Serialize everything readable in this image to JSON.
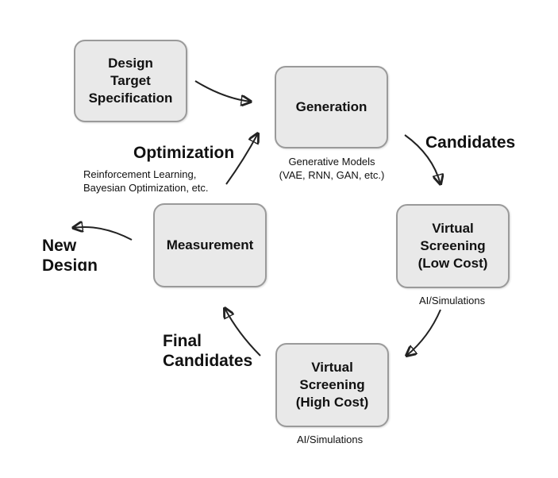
{
  "nodes": {
    "design_target": "Design\nTarget\nSpecification",
    "generation": "Generation",
    "screening_low": "Virtual\nScreening\n(Low Cost)",
    "screening_high": "Virtual\nScreening\n(High Cost)",
    "measurement": "Measurement"
  },
  "labels": {
    "generative_models": "Generative Models\n(VAE, RNN, GAN, etc.)",
    "candidates": "Candidates",
    "ai_sim_low": "AI/Simulations",
    "ai_sim_high": "AI/Simulations",
    "final_candidates": "Final\nCandidates",
    "optimization": "Optimization",
    "optimization_methods": "Reinforcement Learning,\nBayesian Optimization, etc.",
    "new_design": "New\nDesign"
  },
  "colors": {
    "node_fill": "#e9e9e9",
    "node_border": "#9a9a9a",
    "arrow": "#222222"
  }
}
